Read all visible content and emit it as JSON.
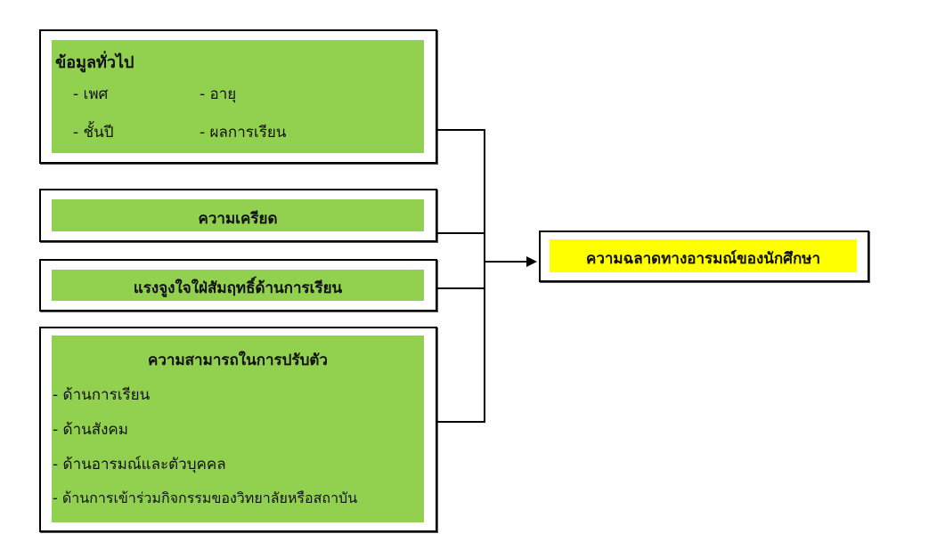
{
  "boxes": {
    "general": {
      "title": "ข้อมูลทั่วไป",
      "items": [
        "- เพศ",
        "- อายุ",
        "- ชั้นปี",
        "- ผลการเรียน"
      ]
    },
    "stress": {
      "title": "ความเครียด"
    },
    "motivation": {
      "title": "แรงจูงใจใฝ่สัมฤทธิ์ด้านการเรียน"
    },
    "adjustment": {
      "title": "ความสามารถในการปรับตัว",
      "items": [
        "- ด้านการเรียน",
        "- ด้านสังคม",
        "- ด้านอารมณ์และตัวบุคคล",
        "- ด้านการเข้าร่วมกิจกรรมของวิทยาลัยหรือสถาบัน"
      ]
    },
    "outcome": {
      "title": "ความฉลาดทางอารมณ์ของนักศึกษา"
    }
  },
  "colors": {
    "green": "#92d050",
    "yellow": "#ffff00"
  }
}
